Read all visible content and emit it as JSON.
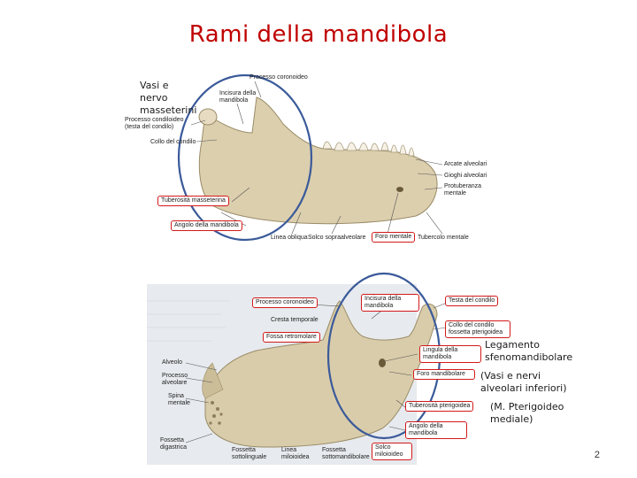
{
  "title": "Rami della mandibola",
  "top_figure": {
    "note": "Vasi e nervo masseterini",
    "labels": {
      "processo_coronoideo": "Processo coronoideo",
      "incisura": "Incisura della mandibola",
      "processo_condiloideo": "Processo condiloideo (testa del condilo)",
      "collo_condilo": "Collo del condilo",
      "arcate_alveolari": "Arcate alveolari",
      "gioghi_alveolari": "Gioghi alveolari",
      "protuberanza": "Protuberanza mentale",
      "linea_obliqua": "Linea obliqua",
      "solco_sopraalveolare": "Solco sopraalveolare",
      "tubercolo_mentale": "Tubercolo mentale"
    },
    "boxed_labels": {
      "tuberosita_masseterina": "Tuberosità masseterina",
      "angolo": "Angolo della mandibola",
      "foro_mentale": "Foro mentale"
    }
  },
  "bottom_figure": {
    "notes": {
      "legamento": "Legamento sfenomandibolare",
      "vasi": "(Vasi e nervi alveolari inferiori)",
      "pterigoideo": "(M. Pterigoideo mediale)"
    },
    "labels": {
      "cresta_temporale": "Cresta temporale",
      "alveolo": "Alveolo",
      "processo_alveolare": "Processo alveolare",
      "spina_mentale": "Spina mentale",
      "fossetta_digastrica": "Fossetta digastrica",
      "fossetta_sottolinguale": "Fossetta sottolinguale",
      "linea_miloioidea": "Linea miloioidea",
      "fossetta_sottomandibolare": "Fossetta sottomandibolare",
      "solco_miloioideo": "Solco miloioideo"
    },
    "boxed_labels": {
      "processo_coronoideo": "Processo coronoideo",
      "fossa_retromolare": "Fossa retromolare",
      "incisura": "Incisura della mandibola",
      "testa_condilo": "Testa del condilo",
      "collo_condilo": "Collo del condilo fossetta pterigoidea",
      "lingula": "Lingula della mandibola",
      "foro_mandibolare": "Foro mandibolare",
      "tuberosita_pterigoidea": "Tuberosità pterigoidea",
      "angolo": "Angolo della mandibola"
    }
  },
  "slide_number": "2",
  "colors": {
    "title": "#c00000",
    "box_border": "#d21a1a",
    "ellipse": "#3a5a9a",
    "bone": "#d9ccaa"
  }
}
